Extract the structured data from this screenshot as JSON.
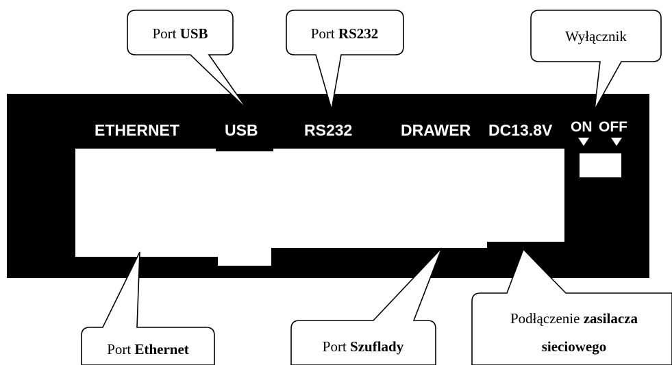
{
  "panel": {
    "ports": {
      "ethernet": "ETHERNET",
      "usb": "USB",
      "rs232": "RS232",
      "drawer": "DRAWER",
      "power": "DC13.8V"
    },
    "switch": {
      "on": "ON",
      "off": "OFF"
    }
  },
  "callouts": {
    "usb": {
      "prefix": "Port ",
      "bold": "USB"
    },
    "rs232": {
      "prefix": "Port ",
      "bold": "RS232"
    },
    "power_switch": {
      "text": "Wyłącznik"
    },
    "ethernet": {
      "prefix": "Port ",
      "bold": "Ethernet"
    },
    "drawer": {
      "prefix": "Port ",
      "bold": "Szuflady"
    },
    "power_adapter": {
      "line1_prefix": "Podłączenie ",
      "line1_bold": "zasilacza",
      "line2_bold": "sieciowego"
    }
  },
  "colors": {
    "panel": "#000000",
    "cutout": "#ffffff",
    "text_on_panel": "#ffffff",
    "callout_border": "#000000"
  }
}
